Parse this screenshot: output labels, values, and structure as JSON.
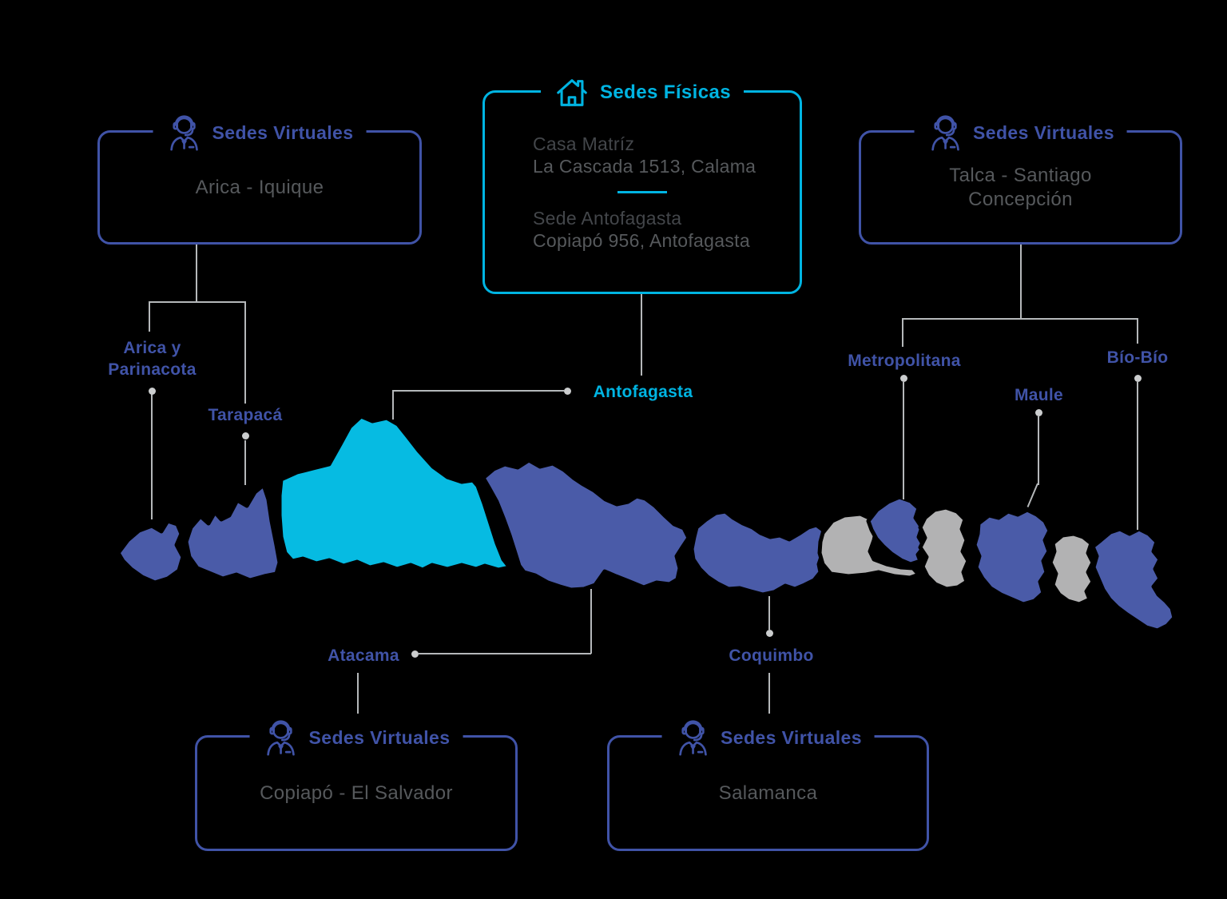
{
  "colors": {
    "background": "#000000",
    "indigo": "#4053a7",
    "cyan": "#00b4e2",
    "region_blue": "#4a5ba8",
    "region_cyan": "#06bbe2",
    "region_gray": "#b2b2b3",
    "connector": "#b5b8ba",
    "dot": "#cbcdce",
    "text_dark": "#43464a",
    "text_gray": "#56595c"
  },
  "boxes": {
    "virtuales_nw": {
      "title": "Sedes Virtuales",
      "content": "Arica - Iquique"
    },
    "fisicas": {
      "title": "Sedes Físicas",
      "sites": [
        {
          "name": "Casa Matríz",
          "address": "La Cascada 1513, Calama"
        },
        {
          "name": "Sede Antofagasta",
          "address": "Copiapó 956, Antofagasta"
        }
      ]
    },
    "virtuales_ne": {
      "title": "Sedes Virtuales",
      "line1": "Talca - Santiago",
      "line2": "Concepción"
    },
    "virtuales_sw": {
      "title": "Sedes Virtuales",
      "content": "Copiapó - El Salvador"
    },
    "virtuales_sc": {
      "title": "Sedes Virtuales",
      "content": "Salamanca"
    }
  },
  "regions": [
    {
      "label": "Arica y Parinacota",
      "color": "#4a5ba8"
    },
    {
      "label": "Tarapacá",
      "color": "#4a5ba8"
    },
    {
      "label": "Antofagasta",
      "color": "#06bbe2"
    },
    {
      "label": "Atacama",
      "color": "#4a5ba8"
    },
    {
      "label": "Coquimbo",
      "color": "#4a5ba8"
    },
    {
      "color": "#b2b2b3"
    },
    {
      "label": "Metropolitana",
      "color": "#4a5ba8"
    },
    {
      "color": "#b2b2b3"
    },
    {
      "label": "Maule",
      "color": "#4a5ba8"
    },
    {
      "color": "#b2b2b3"
    },
    {
      "label": "Bío-Bío",
      "color": "#4a5ba8"
    }
  ]
}
